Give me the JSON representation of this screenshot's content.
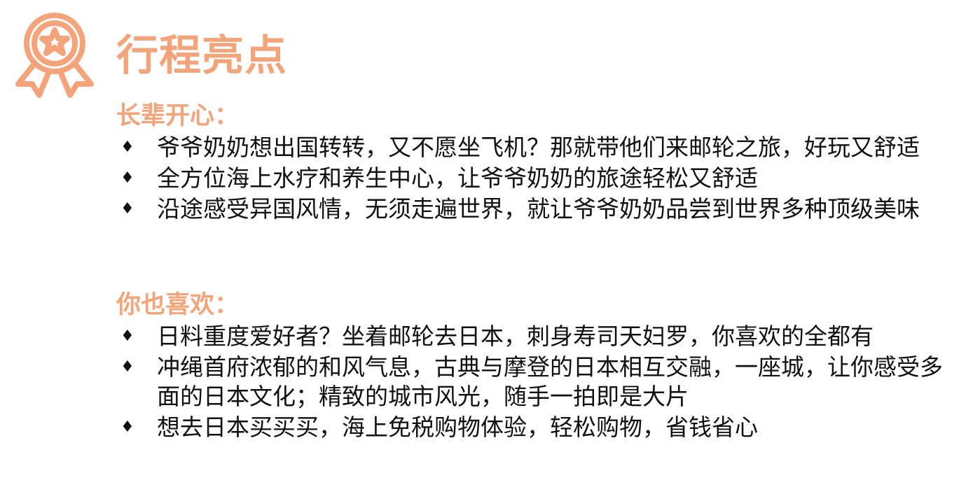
{
  "theme": {
    "accent": "#F4A47B",
    "text": "#111111"
  },
  "header": {
    "icon": "award-badge-icon",
    "title": "行程亮点"
  },
  "sections": [
    {
      "heading": "长辈开心：",
      "bullet": "♦",
      "items": [
        "爷爷奶奶想出国转转，又不愿坐飞机？那就带他们来邮轮之旅，好玩又舒适",
        "全方位海上水疗和养生中心，让爷爷奶奶的旅途轻松又舒适",
        "沿途感受异国风情，无须走遍世界，就让爷爷奶奶品尝到世界多种顶级美味"
      ]
    },
    {
      "heading": "你也喜欢：",
      "bullet": "♦",
      "items": [
        "日料重度爱好者？坐着邮轮去日本，刺身寿司天妇罗，你喜欢的全都有",
        "冲绳首府浓郁的和风气息，古典与摩登的日本相互交融，一座城，让你感受多面的日本文化；精致的城市风光，随手一拍即是大片",
        "想去日本买买买，海上免税购物体验，轻松购物，省钱省心"
      ]
    }
  ]
}
